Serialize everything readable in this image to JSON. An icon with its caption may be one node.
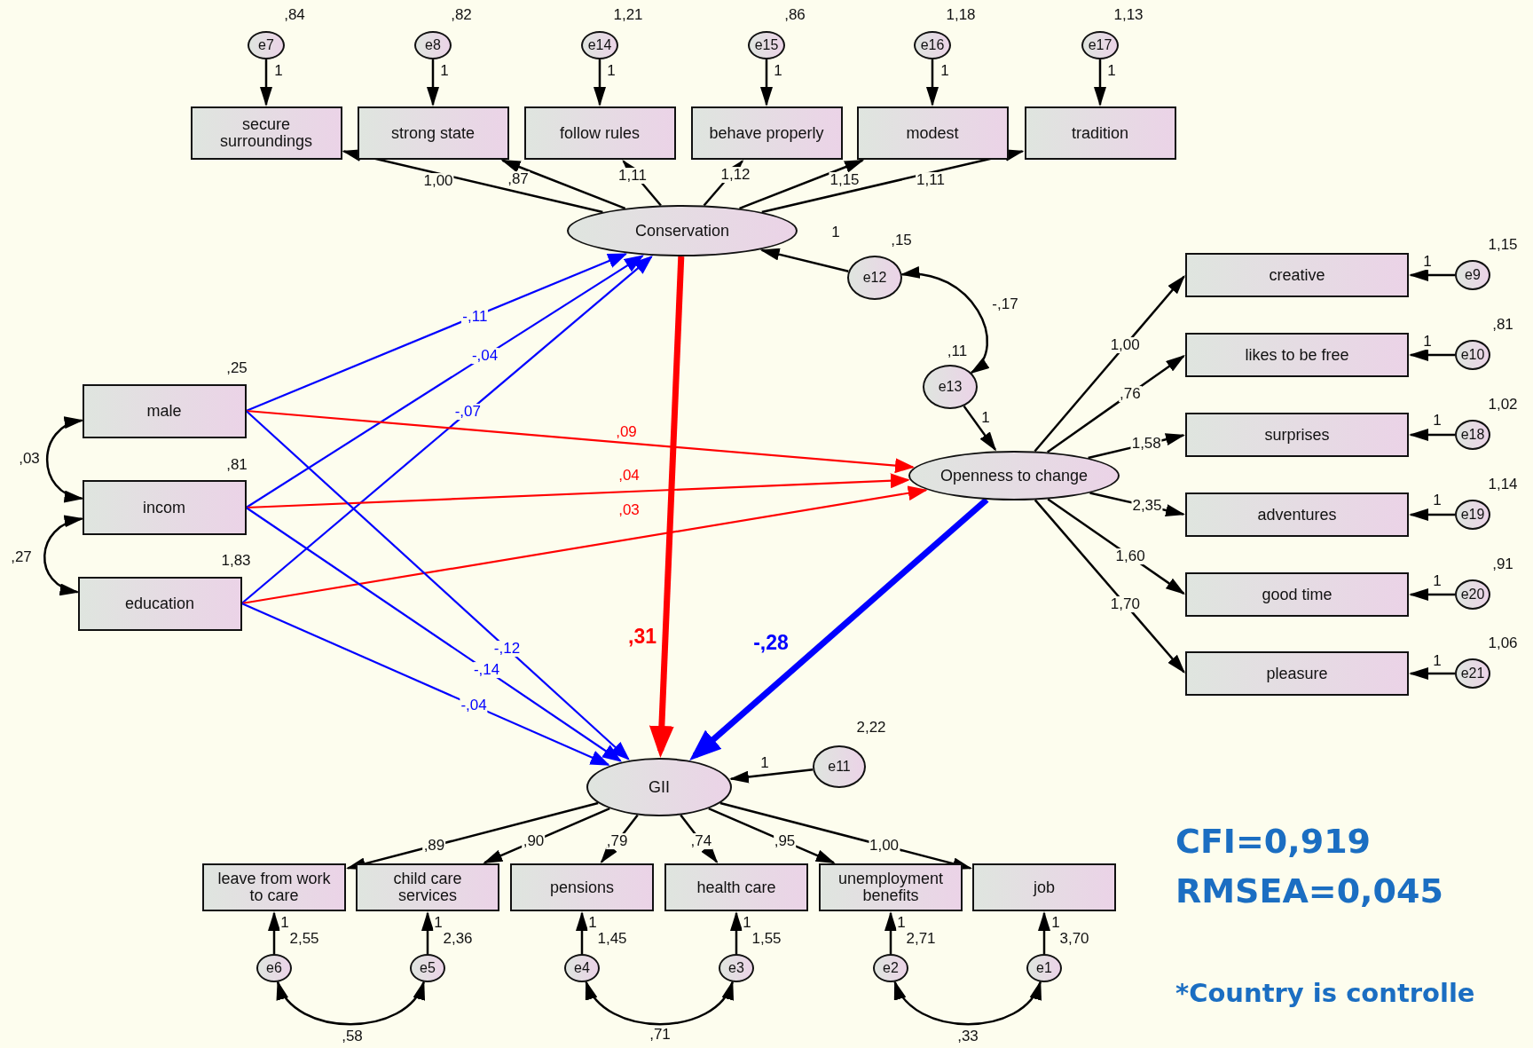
{
  "diagram": {
    "nodes": [
      {
        "text": [
          "e7"
        ],
        "beside": [
          ",84"
        ]
      },
      {
        "text": [
          "e8"
        ],
        "beside": [
          ",82"
        ]
      },
      {
        "text": [
          "e14"
        ],
        "beside": [
          "1,21"
        ]
      },
      {
        "text": [
          "e15"
        ],
        "beside": [
          ",86"
        ]
      },
      {
        "text": [
          "e16"
        ],
        "beside": [
          "1,18"
        ]
      },
      {
        "text": [
          "e17"
        ],
        "beside": [
          "1,13"
        ]
      },
      {
        "text": [
          "secure surroundings"
        ]
      },
      {
        "text": [
          "strong state"
        ]
      },
      {
        "text": [
          "follow rules"
        ]
      },
      {
        "text": [
          "behave properly"
        ]
      },
      {
        "text": [
          "modest"
        ]
      },
      {
        "text": [
          "tradition"
        ]
      },
      {
        "text": [
          "Conservation"
        ]
      },
      {
        "text": [
          "e12"
        ],
        "beside": [
          ",15"
        ]
      },
      {
        "text": [
          "e13"
        ],
        "beside": [
          ",11"
        ]
      },
      {
        "text": [
          "creative"
        ]
      },
      {
        "text": [
          "likes to be free"
        ]
      },
      {
        "text": [
          "surprises"
        ]
      },
      {
        "text": [
          "adventures"
        ]
      },
      {
        "text": [
          "good time"
        ]
      },
      {
        "text": [
          "pleasure"
        ]
      },
      {
        "text": [
          "e9"
        ],
        "beside": [
          "1,15"
        ]
      },
      {
        "text": [
          "e10"
        ],
        "beside": [
          ",81"
        ]
      },
      {
        "text": [
          "e18"
        ],
        "beside": [
          "1,02"
        ]
      },
      {
        "text": [
          "e19"
        ],
        "beside": [
          "1,14"
        ]
      },
      {
        "text": [
          "e20"
        ],
        "beside": [
          ",91"
        ]
      },
      {
        "text": [
          "e21"
        ],
        "beside": [
          "1,06"
        ]
      },
      {
        "text": [
          "male"
        ],
        "beside": [
          ",25"
        ]
      },
      {
        "text": [
          "incom"
        ],
        "beside": [
          ",81"
        ]
      },
      {
        "text": [
          "education"
        ],
        "beside": [
          "1,83"
        ]
      },
      {
        "text": [
          "Openness to change"
        ]
      },
      {
        "text": [
          "GII"
        ]
      },
      {
        "text": [
          "e11"
        ],
        "beside": [
          "2,22"
        ]
      },
      {
        "text": [
          "leave from work to care"
        ]
      },
      {
        "text": [
          "child care services"
        ]
      },
      {
        "text": [
          "pensions"
        ]
      },
      {
        "text": [
          "health care"
        ]
      },
      {
        "text": [
          "unemployment benefits"
        ]
      },
      {
        "text": [
          "job"
        ]
      },
      {
        "text": [
          "e6"
        ],
        "beside": [
          "2,55"
        ]
      },
      {
        "text": [
          "e5"
        ],
        "beside": [
          "2,36"
        ]
      },
      {
        "text": [
          "e4"
        ],
        "beside": [
          "1,45"
        ]
      },
      {
        "text": [
          "e3"
        ],
        "beside": [
          "1,55"
        ]
      },
      {
        "text": [
          "e2"
        ],
        "beside": [
          "2,71"
        ]
      },
      {
        "text": [
          "e1"
        ],
        "beside": [
          "3,70"
        ]
      }
    ],
    "edges": [
      {
        "from": 0,
        "to": 6,
        "arrow": "to",
        "label": "1"
      },
      {
        "from": 1,
        "to": 7,
        "arrow": "to",
        "label": "1"
      },
      {
        "from": 2,
        "to": 8,
        "arrow": "to",
        "label": "1"
      },
      {
        "from": 3,
        "to": 9,
        "arrow": "to",
        "label": "1"
      },
      {
        "from": 4,
        "to": 10,
        "arrow": "to",
        "label": "1"
      },
      {
        "from": 5,
        "to": 11,
        "arrow": "to",
        "label": "1"
      },
      {
        "from": 12,
        "to": 6,
        "arrow": "to",
        "label": "1,00"
      },
      {
        "from": 12,
        "to": 7,
        "arrow": "to",
        "label": ",87"
      },
      {
        "from": 12,
        "to": 8,
        "arrow": "to",
        "label": "1,11"
      },
      {
        "from": 12,
        "to": 9,
        "arrow": "to",
        "label": "1,12"
      },
      {
        "from": 12,
        "to": 10,
        "arrow": "to",
        "label": "1,15"
      },
      {
        "from": 12,
        "to": 11,
        "arrow": "to",
        "label": "1,11"
      },
      {
        "from": 13,
        "to": 12,
        "arrow": "to",
        "label": "1"
      },
      {
        "from": 13,
        "to": 14,
        "arrow": "both",
        "label": "-,17"
      },
      {
        "from": 14,
        "to": 30,
        "arrow": "to",
        "label": "1"
      },
      {
        "from": 30,
        "to": 15,
        "arrow": "to",
        "label": "1,00"
      },
      {
        "from": 30,
        "to": 16,
        "arrow": "to",
        "label": ",76"
      },
      {
        "from": 30,
        "to": 17,
        "arrow": "to",
        "label": "1,58"
      },
      {
        "from": 30,
        "to": 18,
        "arrow": "to",
        "label": "2,35"
      },
      {
        "from": 30,
        "to": 19,
        "arrow": "to",
        "label": "1,60"
      },
      {
        "from": 30,
        "to": 20,
        "arrow": "to",
        "label": "1,70"
      },
      {
        "from": 21,
        "to": 15,
        "arrow": "to",
        "label": "1"
      },
      {
        "from": 22,
        "to": 16,
        "arrow": "to",
        "label": "1"
      },
      {
        "from": 23,
        "to": 17,
        "arrow": "to",
        "label": "1"
      },
      {
        "from": 24,
        "to": 18,
        "arrow": "to",
        "label": "1"
      },
      {
        "from": 25,
        "to": 19,
        "arrow": "to",
        "label": "1"
      },
      {
        "from": 26,
        "to": 20,
        "arrow": "to",
        "label": "1"
      },
      {
        "from": 27,
        "to": 28,
        "arrow": "both",
        "label": ",03"
      },
      {
        "from": 28,
        "to": 29,
        "arrow": "both",
        "label": ",27"
      },
      {
        "from": 27,
        "to": 12,
        "arrow": "to",
        "label": "-,11",
        "color": "#0000ff"
      },
      {
        "from": 28,
        "to": 12,
        "arrow": "to",
        "label": "-,04",
        "color": "#0000ff"
      },
      {
        "from": 29,
        "to": 12,
        "arrow": "to",
        "label": "-,07",
        "color": "#0000ff"
      },
      {
        "from": 27,
        "to": 30,
        "arrow": "to",
        "label": ",09",
        "color": "#ff0000"
      },
      {
        "from": 28,
        "to": 30,
        "arrow": "to",
        "label": ",04",
        "color": "#ff0000"
      },
      {
        "from": 29,
        "to": 30,
        "arrow": "to",
        "label": ",03",
        "color": "#ff0000"
      },
      {
        "from": 27,
        "to": 31,
        "arrow": "to",
        "label": "-,12",
        "color": "#0000ff"
      },
      {
        "from": 28,
        "to": 31,
        "arrow": "to",
        "label": "-,14",
        "color": "#0000ff"
      },
      {
        "from": 29,
        "to": 31,
        "arrow": "to",
        "label": "-,04",
        "color": "#0000ff"
      },
      {
        "from": 12,
        "to": 31,
        "arrow": "to",
        "label": ",31",
        "color": "#ff0000",
        "style": "thick"
      },
      {
        "from": 30,
        "to": 31,
        "arrow": "to",
        "label": "-,28",
        "color": "#0000ff",
        "style": "thick"
      },
      {
        "from": 32,
        "to": 31,
        "arrow": "to",
        "label": "1"
      },
      {
        "from": 31,
        "to": 33,
        "arrow": "to",
        "label": ",89"
      },
      {
        "from": 31,
        "to": 34,
        "arrow": "to",
        "label": ",90"
      },
      {
        "from": 31,
        "to": 35,
        "arrow": "to",
        "label": ",79"
      },
      {
        "from": 31,
        "to": 36,
        "arrow": "to",
        "label": ",74"
      },
      {
        "from": 31,
        "to": 37,
        "arrow": "to",
        "label": ",95"
      },
      {
        "from": 31,
        "to": 38,
        "arrow": "to",
        "label": "1,00"
      },
      {
        "from": 39,
        "to": 33,
        "arrow": "to",
        "label": "1"
      },
      {
        "from": 40,
        "to": 34,
        "arrow": "to",
        "label": "1"
      },
      {
        "from": 41,
        "to": 35,
        "arrow": "to",
        "label": "1"
      },
      {
        "from": 42,
        "to": 36,
        "arrow": "to",
        "label": "1"
      },
      {
        "from": 43,
        "to": 37,
        "arrow": "to",
        "label": "1"
      },
      {
        "from": 44,
        "to": 38,
        "arrow": "to",
        "label": "1"
      },
      {
        "from": 39,
        "to": 40,
        "arrow": "both",
        "label": ",58"
      },
      {
        "from": 41,
        "to": 42,
        "arrow": "both",
        "label": ",71"
      },
      {
        "from": 43,
        "to": 44,
        "arrow": "both",
        "label": ",33"
      }
    ],
    "labels": [
      "CFI=0,919",
      "RMSEA=0,045",
      "*Country is controlle"
    ]
  }
}
